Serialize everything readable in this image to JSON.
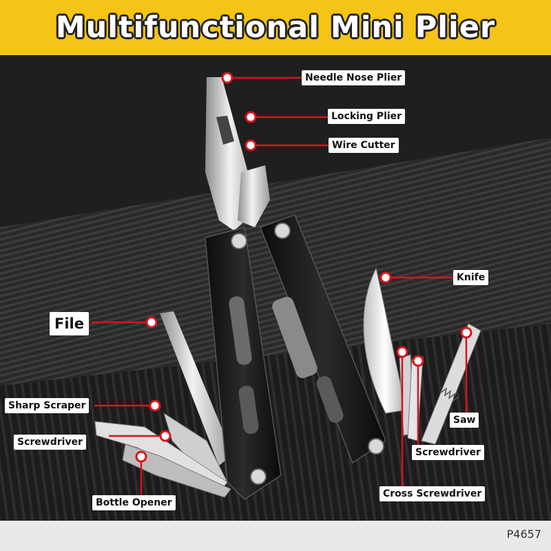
{
  "header": {
    "title": "Multifunctional Mini Plier"
  },
  "callouts": {
    "needle_nose_plier": "Needle Nose Plier",
    "locking_plier": "Locking Plier",
    "wire_cutter": "Wire Cutter",
    "knife": "Knife",
    "file": "File",
    "sharp_scraper": "Sharp Scraper",
    "screwdriver_left": "Screwdriver",
    "bottle_opener": "Bottle Opener",
    "saw": "Saw",
    "screwdriver_right": "Screwdriver",
    "cross_screwdriver": "Cross Screwdriver"
  },
  "footer": {
    "product_code": "P4657"
  },
  "colors": {
    "header_bg": "#f4c416",
    "callout_line": "#d8141c",
    "footer_bg": "#e9e9e9"
  }
}
